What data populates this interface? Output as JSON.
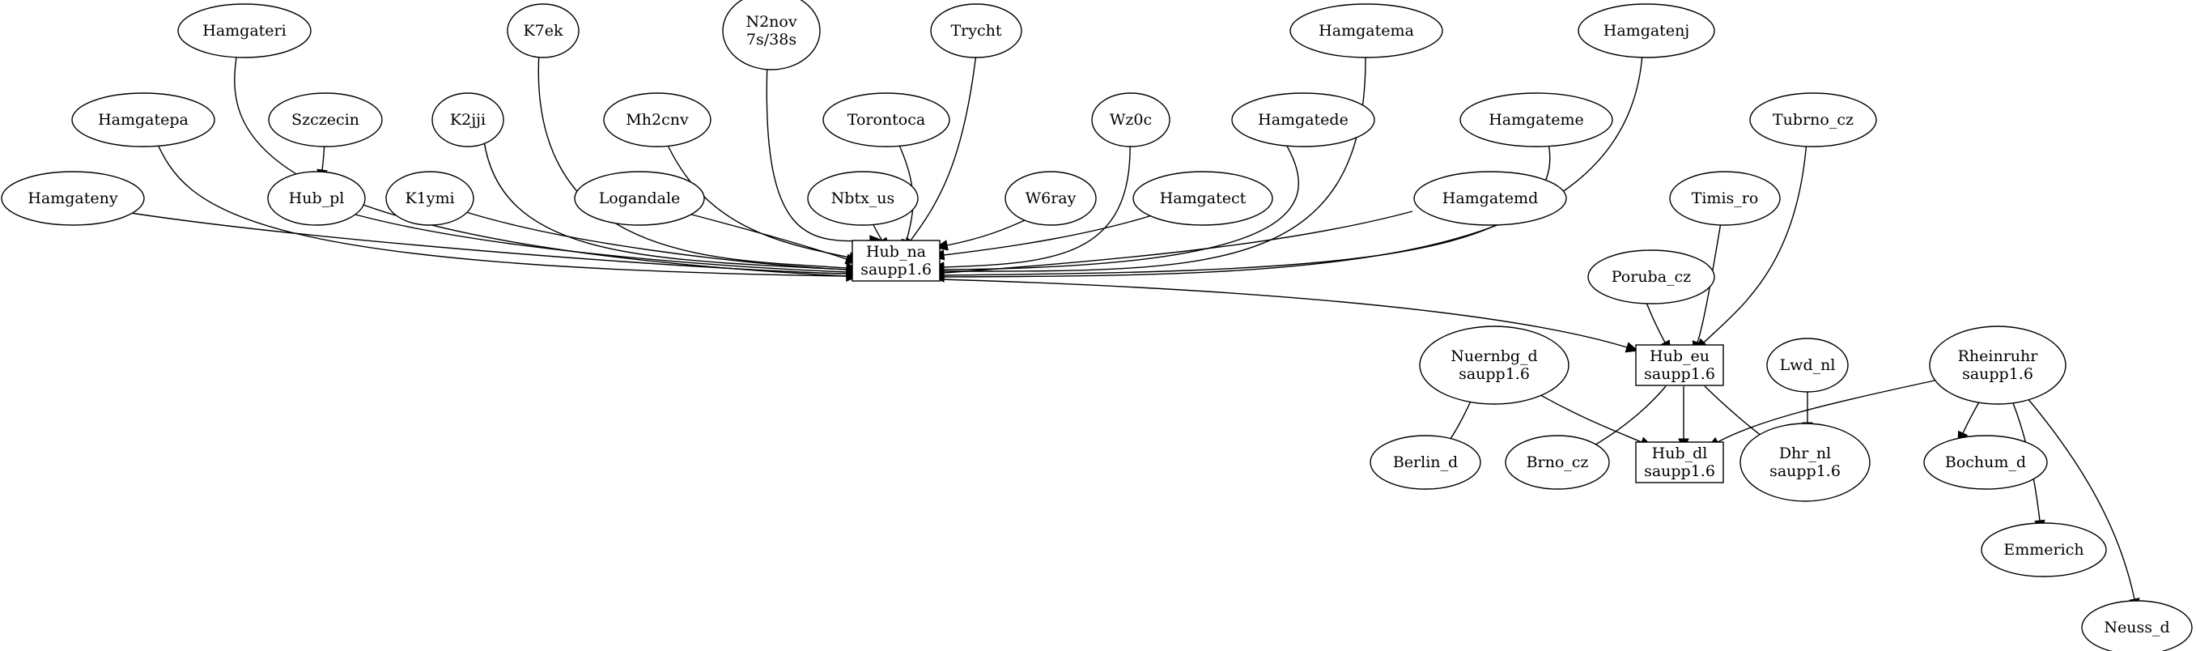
{
  "graph": {
    "type": "directed",
    "nodes": [
      {
        "id": "Hamgateri",
        "lines": [
          "Hamgateri"
        ],
        "shape": "ellipse"
      },
      {
        "id": "K7ek",
        "lines": [
          "K7ek"
        ],
        "shape": "ellipse"
      },
      {
        "id": "N2nov",
        "lines": [
          "N2nov",
          "7s/38s"
        ],
        "shape": "ellipse"
      },
      {
        "id": "Trycht",
        "lines": [
          "Trycht"
        ],
        "shape": "ellipse"
      },
      {
        "id": "Hamgatema",
        "lines": [
          "Hamgatema"
        ],
        "shape": "ellipse"
      },
      {
        "id": "Hamgatenj",
        "lines": [
          "Hamgatenj"
        ],
        "shape": "ellipse"
      },
      {
        "id": "Hamgatepa",
        "lines": [
          "Hamgatepa"
        ],
        "shape": "ellipse"
      },
      {
        "id": "Szczecin",
        "lines": [
          "Szczecin"
        ],
        "shape": "ellipse"
      },
      {
        "id": "K2jji",
        "lines": [
          "K2jji"
        ],
        "shape": "ellipse"
      },
      {
        "id": "Mh2cnv",
        "lines": [
          "Mh2cnv"
        ],
        "shape": "ellipse"
      },
      {
        "id": "Torontoca",
        "lines": [
          "Torontoca"
        ],
        "shape": "ellipse"
      },
      {
        "id": "Wz0c",
        "lines": [
          "Wz0c"
        ],
        "shape": "ellipse"
      },
      {
        "id": "Hamgatede",
        "lines": [
          "Hamgatede"
        ],
        "shape": "ellipse"
      },
      {
        "id": "Hamgateme",
        "lines": [
          "Hamgateme"
        ],
        "shape": "ellipse"
      },
      {
        "id": "Tubrno_cz",
        "lines": [
          "Tubrno_cz"
        ],
        "shape": "ellipse"
      },
      {
        "id": "Hamgateny",
        "lines": [
          "Hamgateny"
        ],
        "shape": "ellipse"
      },
      {
        "id": "Hub_pl",
        "lines": [
          "Hub_pl"
        ],
        "shape": "ellipse"
      },
      {
        "id": "K1ymi",
        "lines": [
          "K1ymi"
        ],
        "shape": "ellipse"
      },
      {
        "id": "Logandale",
        "lines": [
          "Logandale"
        ],
        "shape": "ellipse"
      },
      {
        "id": "Nbtx_us",
        "lines": [
          "Nbtx_us"
        ],
        "shape": "ellipse"
      },
      {
        "id": "W6ray",
        "lines": [
          "W6ray"
        ],
        "shape": "ellipse"
      },
      {
        "id": "Hamgatect",
        "lines": [
          "Hamgatect"
        ],
        "shape": "ellipse"
      },
      {
        "id": "Hamgatemd",
        "lines": [
          "Hamgatemd"
        ],
        "shape": "ellipse"
      },
      {
        "id": "Timis_ro",
        "lines": [
          "Timis_ro"
        ],
        "shape": "ellipse"
      },
      {
        "id": "Hub_na",
        "lines": [
          "Hub_na",
          "saupp1.6"
        ],
        "shape": "box"
      },
      {
        "id": "Poruba_cz",
        "lines": [
          "Poruba_cz"
        ],
        "shape": "ellipse"
      },
      {
        "id": "Hub_eu",
        "lines": [
          "Hub_eu",
          "saupp1.6"
        ],
        "shape": "box"
      },
      {
        "id": "Nuernbg_d",
        "lines": [
          "Nuernbg_d",
          "saupp1.6"
        ],
        "shape": "ellipse"
      },
      {
        "id": "Lwd_nl",
        "lines": [
          "Lwd_nl"
        ],
        "shape": "ellipse"
      },
      {
        "id": "Rheinruhr",
        "lines": [
          "Rheinruhr",
          "saupp1.6"
        ],
        "shape": "ellipse"
      },
      {
        "id": "Berlin_d",
        "lines": [
          "Berlin_d"
        ],
        "shape": "ellipse"
      },
      {
        "id": "Brno_cz",
        "lines": [
          "Brno_cz"
        ],
        "shape": "ellipse"
      },
      {
        "id": "Hub_dl",
        "lines": [
          "Hub_dl",
          "saupp1.6"
        ],
        "shape": "box"
      },
      {
        "id": "Dhr_nl",
        "lines": [
          "Dhr_nl",
          "saupp1.6"
        ],
        "shape": "ellipse"
      },
      {
        "id": "Bochum_d",
        "lines": [
          "Bochum_d"
        ],
        "shape": "ellipse"
      },
      {
        "id": "Emmerich",
        "lines": [
          "Emmerich"
        ],
        "shape": "ellipse"
      },
      {
        "id": "Neuss_d",
        "lines": [
          "Neuss_d"
        ],
        "shape": "ellipse"
      }
    ],
    "edges": [
      {
        "from": "Szczecin",
        "to": "Hub_pl"
      },
      {
        "from": "Hamgateny",
        "to": "Hub_na"
      },
      {
        "from": "Hamgatepa",
        "to": "Hub_na"
      },
      {
        "from": "Hamgateri",
        "to": "Hub_na"
      },
      {
        "from": "Hub_pl",
        "to": "Hub_na"
      },
      {
        "from": "K1ymi",
        "to": "Hub_na"
      },
      {
        "from": "K2jji",
        "to": "Hub_na"
      },
      {
        "from": "K7ek",
        "to": "Hub_na"
      },
      {
        "from": "Logandale",
        "to": "Hub_na"
      },
      {
        "from": "Mh2cnv",
        "to": "Hub_na"
      },
      {
        "from": "N2nov",
        "to": "Hub_na"
      },
      {
        "from": "Nbtx_us",
        "to": "Hub_na"
      },
      {
        "from": "Torontoca",
        "to": "Hub_na"
      },
      {
        "from": "Trycht",
        "to": "Hub_na"
      },
      {
        "from": "W6ray",
        "to": "Hub_na"
      },
      {
        "from": "Wz0c",
        "to": "Hub_na"
      },
      {
        "from": "Hamgatect",
        "to": "Hub_na"
      },
      {
        "from": "Hamgatede",
        "to": "Hub_na"
      },
      {
        "from": "Hamgatema",
        "to": "Hub_na"
      },
      {
        "from": "Hamgatemd",
        "to": "Hub_na"
      },
      {
        "from": "Hamgateme",
        "to": "Hub_na"
      },
      {
        "from": "Hamgatenj",
        "to": "Hub_na"
      },
      {
        "from": "Hub_na",
        "to": "Hub_eu"
      },
      {
        "from": "Poruba_cz",
        "to": "Hub_eu"
      },
      {
        "from": "Timis_ro",
        "to": "Hub_eu"
      },
      {
        "from": "Tubrno_cz",
        "to": "Hub_eu"
      },
      {
        "from": "Hub_eu",
        "to": "Brno_cz"
      },
      {
        "from": "Hub_eu",
        "to": "Hub_dl"
      },
      {
        "from": "Hub_eu",
        "to": "Dhr_nl"
      },
      {
        "from": "Lwd_nl",
        "to": "Dhr_nl"
      },
      {
        "from": "Nuernbg_d",
        "to": "Berlin_d"
      },
      {
        "from": "Nuernbg_d",
        "to": "Hub_dl"
      },
      {
        "from": "Rheinruhr",
        "to": "Hub_dl"
      },
      {
        "from": "Rheinruhr",
        "to": "Bochum_d"
      },
      {
        "from": "Rheinruhr",
        "to": "Emmerich"
      },
      {
        "from": "Rheinruhr",
        "to": "Neuss_d"
      }
    ]
  }
}
